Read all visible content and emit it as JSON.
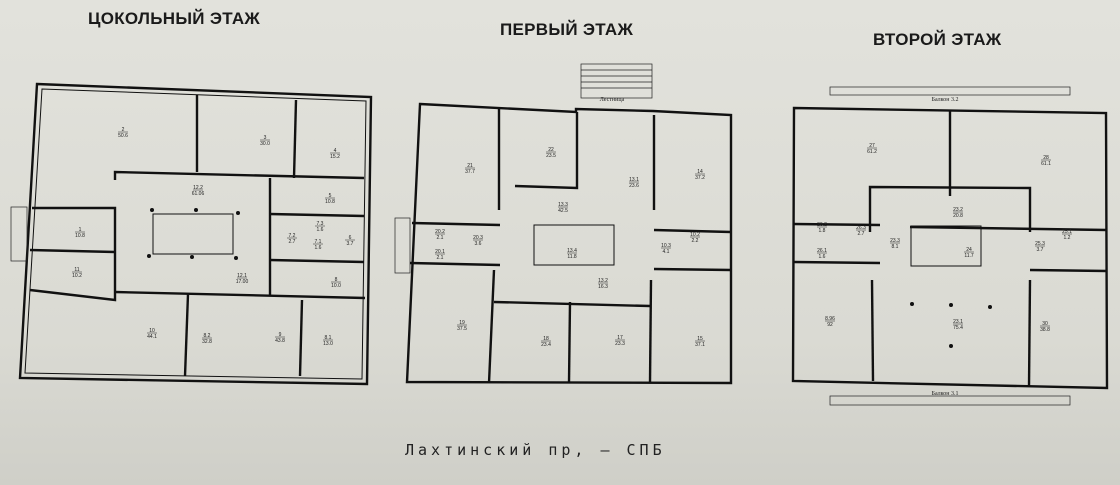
{
  "titles": {
    "basement": "ЦОКОЛЬНЫЙ ЭТАЖ",
    "first": "ПЕРВЫЙ ЭТАЖ",
    "second": "ВТОРОЙ ЭТАЖ"
  },
  "footer": "Лахтинский пр, – СПБ",
  "basement_rooms": [
    {
      "no": "2",
      "area": "50.6"
    },
    {
      "no": "3",
      "area": "30.0"
    },
    {
      "no": "4",
      "area": "15.2"
    },
    {
      "no": "12.2",
      "area": "61.06"
    },
    {
      "no": "5",
      "area": "10.8"
    },
    {
      "no": "1",
      "area": "10.8"
    },
    {
      "no": "7.3",
      "area": "1.6"
    },
    {
      "no": "7.2",
      "area": "2.7"
    },
    {
      "no": "7.1",
      "area": "1.6"
    },
    {
      "no": "6",
      "area": "3.7"
    },
    {
      "no": "11",
      "area": "10.2"
    },
    {
      "no": "12.1",
      "area": "17.00"
    },
    {
      "no": "8",
      "area": "10.0"
    },
    {
      "no": "10",
      "area": "44.1"
    },
    {
      "no": "8.2",
      "area": "32.8"
    },
    {
      "no": "9",
      "area": "43.8"
    },
    {
      "no": "8.1",
      "area": "13.0"
    }
  ],
  "first_floor": {
    "stair_label": "Лестница",
    "rooms": [
      {
        "no": "21",
        "area": "37.7"
      },
      {
        "no": "22",
        "area": "23.5"
      },
      {
        "no": "13.1",
        "area": "23.6"
      },
      {
        "no": "14",
        "area": "37.2"
      },
      {
        "no": "13.3",
        "area": "42.5"
      },
      {
        "no": "20.2",
        "area": "2.1"
      },
      {
        "no": "20.3",
        "area": "3.6"
      },
      {
        "no": "20.1",
        "area": "2.1"
      },
      {
        "no": "13.4",
        "area": "11.8"
      },
      {
        "no": "10.3",
        "area": "4.1"
      },
      {
        "no": "10.2",
        "area": "2.2"
      },
      {
        "no": "13.2",
        "area": "16.3"
      },
      {
        "no": "19",
        "area": "37.5"
      },
      {
        "no": "18",
        "area": "23.4"
      },
      {
        "no": "17",
        "area": "23.3"
      },
      {
        "no": "15",
        "area": "37.1"
      }
    ]
  },
  "second_floor": {
    "balcony_top": "Балкон 3.2",
    "balcony_bottom": "Балкон 3.1",
    "rooms": [
      {
        "no": "27",
        "area": "61.2"
      },
      {
        "no": "28",
        "area": "61.1"
      },
      {
        "no": "23.2",
        "area": "20.8"
      },
      {
        "no": "26.2",
        "area": "1.8"
      },
      {
        "no": "26.3",
        "area": "2.7"
      },
      {
        "no": "26.1",
        "area": "1.6"
      },
      {
        "no": "23.3",
        "area": "8.1"
      },
      {
        "no": "24",
        "area": "11.7"
      },
      {
        "no": "25.3",
        "area": "3.7"
      },
      {
        "no": "25.1",
        "area": "1.2"
      },
      {
        "no": "8.96",
        "area": "92"
      },
      {
        "no": "23.1",
        "area": "75.4"
      },
      {
        "no": "30",
        "area": "38.8"
      }
    ]
  }
}
